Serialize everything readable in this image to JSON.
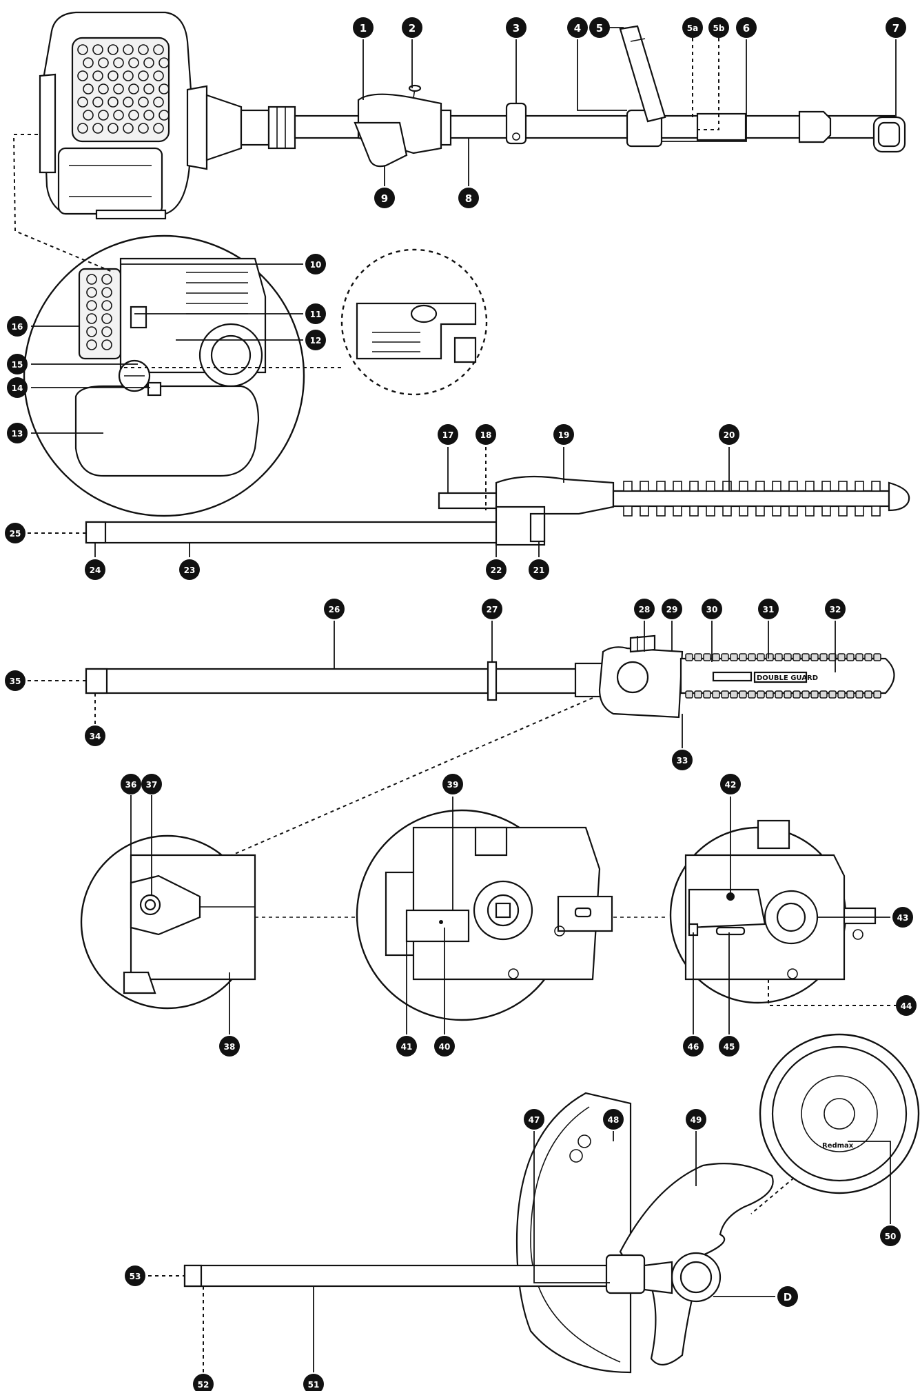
{
  "title": "",
  "callouts": [
    "1",
    "2",
    "3",
    "4",
    "5",
    "5a",
    "5b",
    "6",
    "7",
    "8",
    "9",
    "10",
    "11",
    "12",
    "13",
    "14",
    "15",
    "16",
    "17",
    "18",
    "19",
    "20",
    "21",
    "22",
    "23",
    "24",
    "25",
    "26",
    "27",
    "28",
    "29",
    "30",
    "31",
    "32",
    "33",
    "34",
    "35",
    "36",
    "37",
    "38",
    "39",
    "40",
    "41",
    "42",
    "43",
    "44",
    "45",
    "46",
    "47",
    "48",
    "49",
    "50",
    "51",
    "52",
    "53",
    "D"
  ],
  "chain_bar_label": "DOUBLE GUARD",
  "trimmer_head_label": "Redmax"
}
